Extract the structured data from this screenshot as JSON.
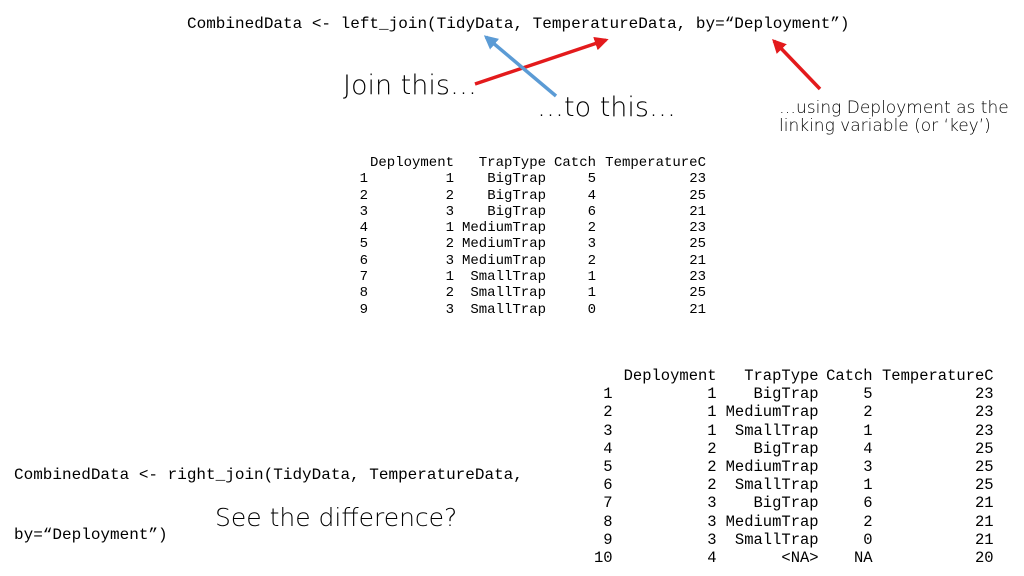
{
  "left_join_code": "CombinedData <- left_join(TidyData, TemperatureData, by=“Deployment”)",
  "annotations": {
    "join_this": "Join this…",
    "to_this": "…to this…",
    "using_line1": "…using Deployment as the",
    "using_line2": "linking variable (or ‘key’)"
  },
  "right_join_code": {
    "line1": "CombinedData <- right_join(TidyData, TemperatureData,",
    "line2": "by=“Deployment”)"
  },
  "question": "See the difference?",
  "left_table": {
    "columns": [
      "Deployment",
      "TrapType",
      "Catch",
      "TemperatureC"
    ],
    "rows": [
      [
        "1",
        "1",
        "BigTrap",
        "5",
        "23"
      ],
      [
        "2",
        "2",
        "BigTrap",
        "4",
        "25"
      ],
      [
        "3",
        "3",
        "BigTrap",
        "6",
        "21"
      ],
      [
        "4",
        "1",
        "MediumTrap",
        "2",
        "23"
      ],
      [
        "5",
        "2",
        "MediumTrap",
        "3",
        "25"
      ],
      [
        "6",
        "3",
        "MediumTrap",
        "2",
        "21"
      ],
      [
        "7",
        "1",
        "SmallTrap",
        "1",
        "23"
      ],
      [
        "8",
        "2",
        "SmallTrap",
        "1",
        "25"
      ],
      [
        "9",
        "3",
        "SmallTrap",
        "0",
        "21"
      ]
    ]
  },
  "right_table": {
    "columns": [
      "Deployment",
      "TrapType",
      "Catch",
      "TemperatureC"
    ],
    "rows": [
      [
        "1",
        "1",
        "BigTrap",
        "5",
        "23"
      ],
      [
        "2",
        "1",
        "MediumTrap",
        "2",
        "23"
      ],
      [
        "3",
        "1",
        "SmallTrap",
        "1",
        "23"
      ],
      [
        "4",
        "2",
        "BigTrap",
        "4",
        "25"
      ],
      [
        "5",
        "2",
        "MediumTrap",
        "3",
        "25"
      ],
      [
        "6",
        "2",
        "SmallTrap",
        "1",
        "25"
      ],
      [
        "7",
        "3",
        "BigTrap",
        "6",
        "21"
      ],
      [
        "8",
        "3",
        "MediumTrap",
        "2",
        "21"
      ],
      [
        "9",
        "3",
        "SmallTrap",
        "0",
        "21"
      ],
      [
        "10",
        "4",
        "<NA>",
        "NA",
        "20"
      ]
    ]
  },
  "colors": {
    "red_arrow": "#e31a1c",
    "blue_arrow": "#5b9bd5"
  }
}
